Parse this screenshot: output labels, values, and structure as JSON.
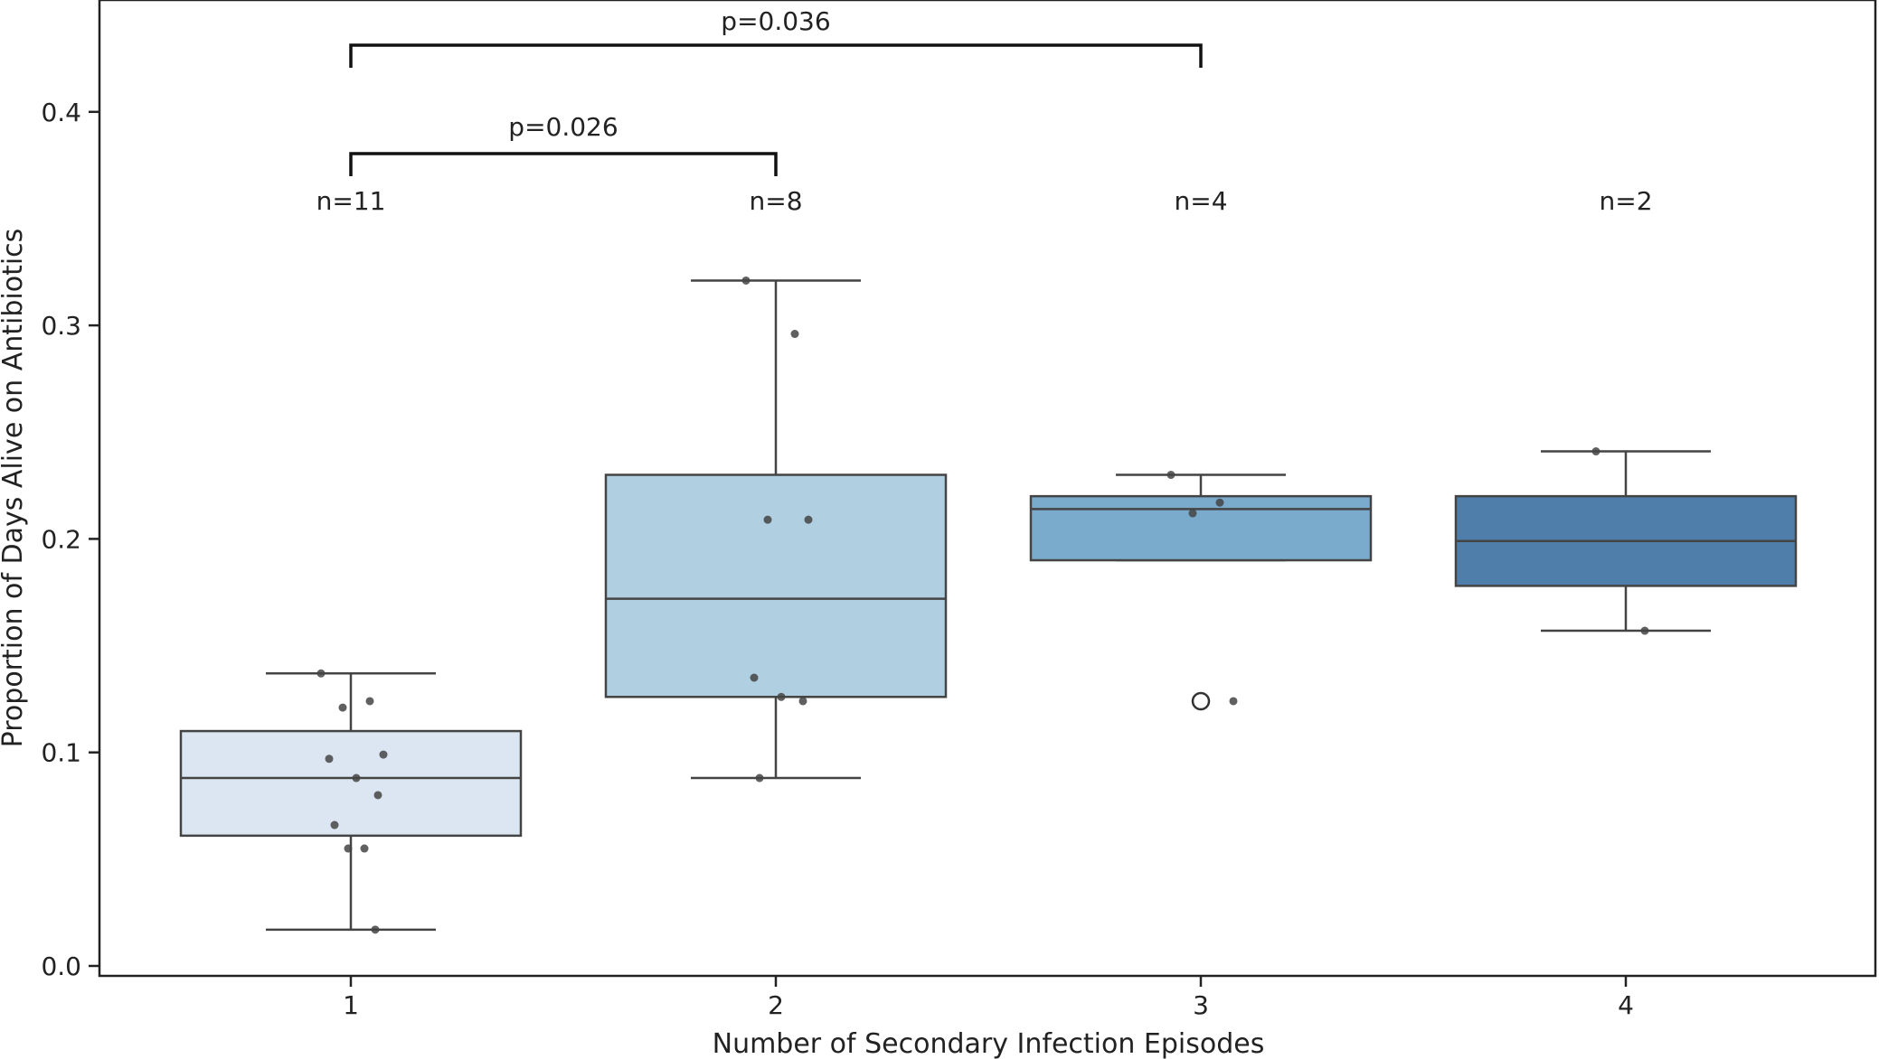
{
  "chart_data": {
    "type": "box",
    "xlabel": "Number of Secondary Infection Episodes",
    "ylabel": "Proportion of Days Alive on Antibiotics",
    "ylim": [
      0.0,
      0.44
    ],
    "y_ticks": [
      0.0,
      0.1,
      0.2,
      0.3,
      0.4
    ],
    "y_tick_labels": [
      "0.0",
      "0.1",
      "0.2",
      "0.3",
      "0.4"
    ],
    "categories": [
      "1",
      "2",
      "3",
      "4"
    ],
    "grid": false,
    "boxes": [
      {
        "category": "1",
        "n_label": "n=11",
        "color": "#dce6f2",
        "whisker_low": 0.017,
        "q1": 0.061,
        "median": 0.088,
        "q3": 0.11,
        "whisker_high": 0.137,
        "outliers": []
      },
      {
        "category": "2",
        "n_label": "n=8",
        "color": "#b0cfe1",
        "whisker_low": 0.088,
        "q1": 0.126,
        "median": 0.172,
        "q3": 0.23,
        "whisker_high": 0.321,
        "outliers": []
      },
      {
        "category": "3",
        "n_label": "n=4",
        "color": "#7aabcc",
        "whisker_low": 0.19,
        "q1": 0.19,
        "median": 0.214,
        "q3": 0.22,
        "whisker_high": 0.23,
        "outliers": [
          0.124
        ]
      },
      {
        "category": "4",
        "n_label": "n=2",
        "color": "#4f7eaa",
        "whisker_low": 0.157,
        "q1": 0.178,
        "median": 0.199,
        "q3": 0.22,
        "whisker_high": 0.241,
        "outliers": []
      }
    ],
    "points": [
      {
        "category": "1",
        "values": [
          0.137,
          0.124,
          0.121,
          0.099,
          0.097,
          0.088,
          0.08,
          0.066,
          0.055,
          0.055,
          0.017
        ]
      },
      {
        "category": "2",
        "values": [
          0.321,
          0.296,
          0.209,
          0.209,
          0.135,
          0.126,
          0.124,
          0.088
        ]
      },
      {
        "category": "3",
        "values": [
          0.23,
          0.217,
          0.212,
          0.124
        ]
      },
      {
        "category": "4",
        "values": [
          0.241,
          0.157
        ]
      }
    ],
    "significance": [
      {
        "from": "1",
        "to": "2",
        "label": "p=0.026"
      },
      {
        "from": "1",
        "to": "3",
        "label": "p=0.036"
      }
    ]
  }
}
